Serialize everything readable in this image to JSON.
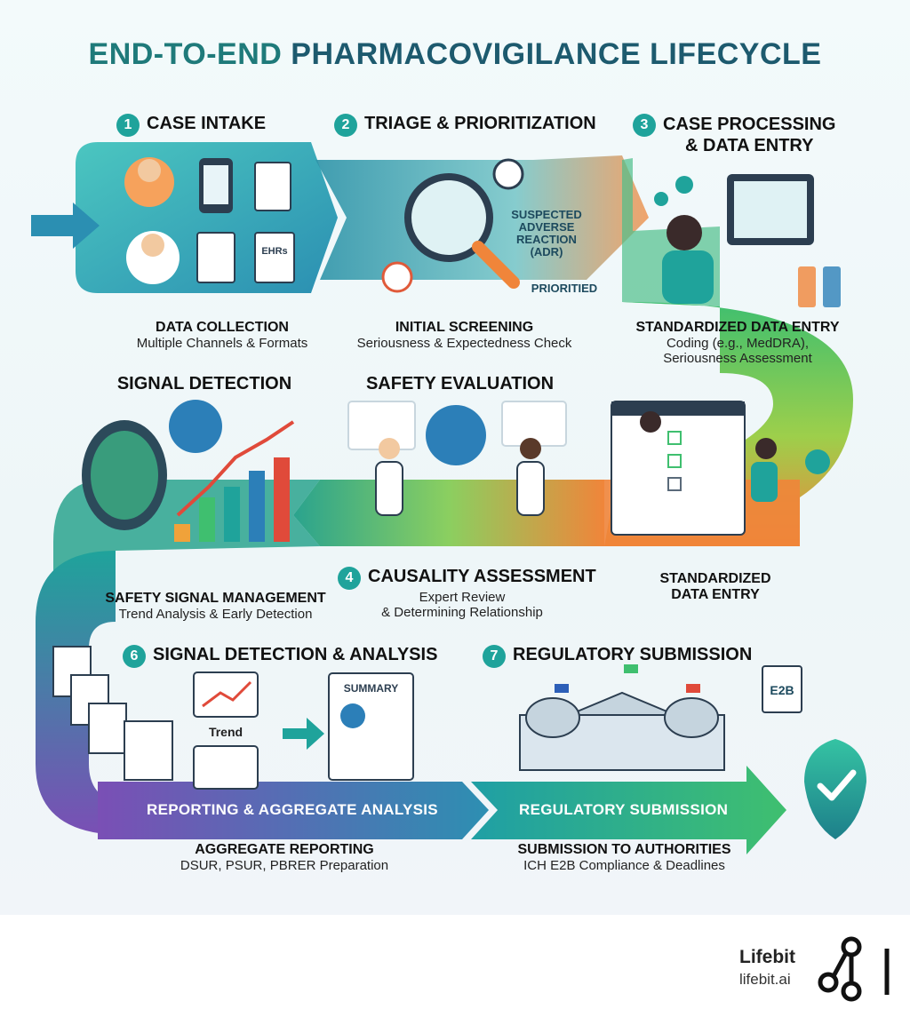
{
  "title_part1": "END-TO-END",
  "title_part2": "PHARMACOVIGILANCE LIFECYCLE",
  "steps": [
    {
      "num": "1",
      "label": "CASE INTAKE"
    },
    {
      "num": "2",
      "label": "TRIAGE & PRIORITIZATION"
    },
    {
      "num": "3",
      "label_line1": "CASE PROCESSING",
      "label_line2": "& DATA ENTRY"
    },
    {
      "num": "4",
      "label": "CAUSALITY ASSESSMENT"
    },
    {
      "num": "6",
      "label": "SIGNAL DETECTION & ANALYSIS"
    },
    {
      "num": "7",
      "label": "REGULATORY SUBMISSION"
    }
  ],
  "captions": {
    "data_collection": {
      "title": "DATA COLLECTION",
      "sub": "Multiple Channels & Formats"
    },
    "initial_screening": {
      "title": "INITIAL SCREENING",
      "sub": "Seriousness & Expectedness Check"
    },
    "standardized_entry": {
      "title": "STANDARDIZED DATA ENTRY",
      "sub_line1": "Coding (e.g., MedDRA),",
      "sub_line2": "Seriousness Assessment"
    },
    "signal_detection": "SIGNAL DETECTION",
    "safety_evaluation": "SAFETY EVALUATION",
    "safety_signal_mgmt": {
      "title": "SAFETY SIGNAL MANAGEMENT",
      "sub": "Trend Analysis & Early Detection"
    },
    "causality": {
      "sub_line1": "Expert Review",
      "sub_line2": "& Determining Relationship"
    },
    "standardized_entry_2": {
      "line1": "STANDARDIZED",
      "line2": "DATA ENTRY"
    },
    "aggregate_reporting": {
      "title": "AGGREGATE REPORTING",
      "sub": "DSUR, PSUR, PBRER Preparation"
    },
    "submission_authorities": {
      "title": "SUBMISSION TO AUTHORITIES",
      "sub": "ICH E2B Compliance & Deadlines"
    }
  },
  "band_labels": {
    "reporting": "REPORTING & AGGREGATE ANALYSIS",
    "regulatory": "REGULATORY SUBMISSION"
  },
  "illustration_text": {
    "adr_line1": "SUSPECTED",
    "adr_line2": "ADVERSE",
    "adr_line3": "REACTION (ADR)",
    "prioritied": "PRIORITIED",
    "ehrs": "EHRs",
    "summary": "SUMMARY",
    "trend": "Trend",
    "e2b": "E2B"
  },
  "brand": {
    "name": "Lifebit",
    "url": "lifebit.ai"
  },
  "colors": {
    "teal": "#1fa39b",
    "green": "#3fbf6f",
    "orange": "#f0853a",
    "purple": "#7a4fb5",
    "blue": "#2c7fb8"
  }
}
